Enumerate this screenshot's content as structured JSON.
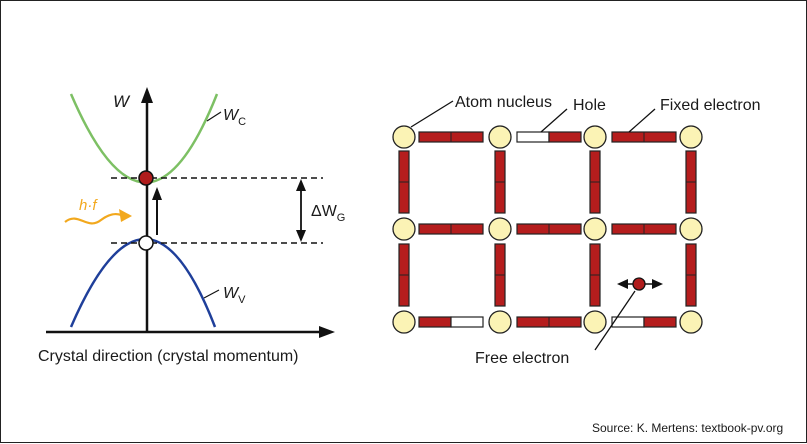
{
  "band_diagram": {
    "axis_label": "W",
    "conduction_label": "W",
    "conduction_sub": "C",
    "valence_label": "W",
    "valence_sub": "V",
    "gap_label": "ΔW",
    "gap_sub": "G",
    "photon_label": "h·f",
    "x_axis_label": "Crystal direction (crystal momentum)",
    "colors": {
      "conduction": "#7dc064",
      "valence": "#1f3f9a",
      "photon": "#f2a81d",
      "electron": "#b01c1c"
    }
  },
  "lattice": {
    "labels": {
      "nucleus": "Atom nucleus",
      "hole": "Hole",
      "fixed": "Fixed electron",
      "free": "Free electron"
    },
    "colors": {
      "bond": "#b51d1d",
      "nucleus": "#fbf3b5"
    }
  },
  "source": "Source: K. Mertens: textbook-pv.org"
}
